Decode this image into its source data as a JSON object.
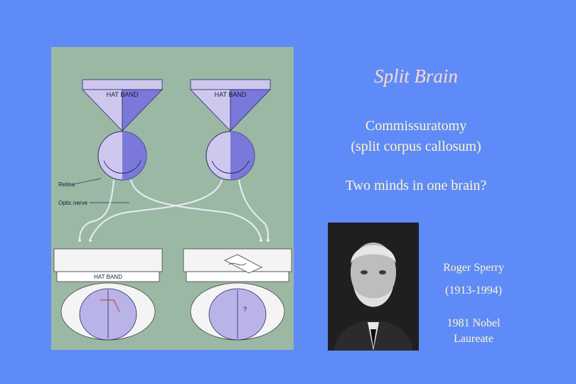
{
  "slide": {
    "title": "Split Brain",
    "subtitle_line1": "Commissuratomy",
    "subtitle_line2": "(split corpus callosum)",
    "question": "Two minds in one brain?"
  },
  "diagram": {
    "hat_band_label": "HAT BAND",
    "retina_label": "Retina",
    "optic_nerve_label": "Optic nerve",
    "question_mark": "?",
    "colors": {
      "background": "#9bb8a4",
      "lavender": "#cfc8ee",
      "purple": "#7a78d8",
      "outline": "#2a2a6a"
    }
  },
  "caption": {
    "name": "Roger Sperry",
    "years": "(1913-1994)",
    "nobel_line1": "1981 Nobel",
    "nobel_line2": "Laureate"
  }
}
